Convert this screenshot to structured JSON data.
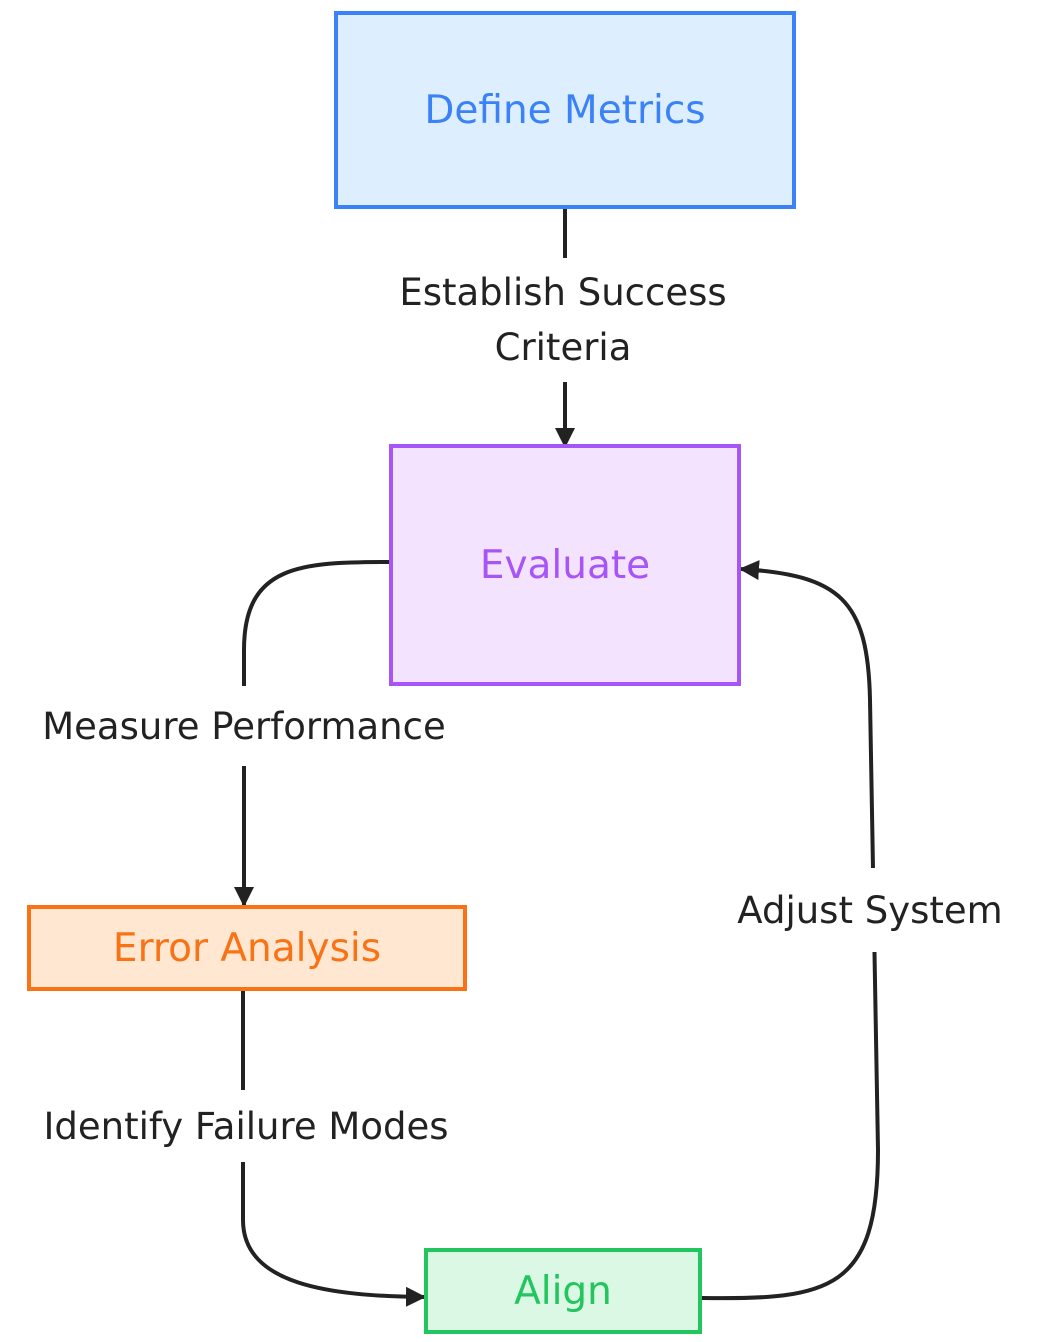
{
  "nodes": {
    "define_metrics": {
      "label": "Define Metrics",
      "fill": "#ddefff",
      "stroke": "#3b82f6",
      "text_color": "#3b82f6"
    },
    "evaluate": {
      "label": "Evaluate",
      "fill": "#f3e3ff",
      "stroke": "#a855f7",
      "text_color": "#a855f7"
    },
    "error_analysis": {
      "label": "Error Analysis",
      "fill": "#ffe7d1",
      "stroke": "#f97316",
      "text_color": "#f97316"
    },
    "align": {
      "label": "Align",
      "fill": "#daf8e3",
      "stroke": "#22c55e",
      "text_color": "#22c55e"
    }
  },
  "edges": {
    "establish": {
      "label_line1": "Establish Success",
      "label_line2": "Criteria",
      "from": "Define Metrics",
      "to": "Evaluate"
    },
    "measure": {
      "label": "Measure Performance",
      "from": "Evaluate",
      "to": "Error Analysis"
    },
    "identify": {
      "label": "Identify Failure Modes",
      "from": "Error Analysis",
      "to": "Align"
    },
    "adjust": {
      "label": "Adjust System",
      "from": "Align",
      "to": "Evaluate"
    }
  },
  "colors": {
    "edge": "#222222",
    "label_text": "#222222"
  }
}
